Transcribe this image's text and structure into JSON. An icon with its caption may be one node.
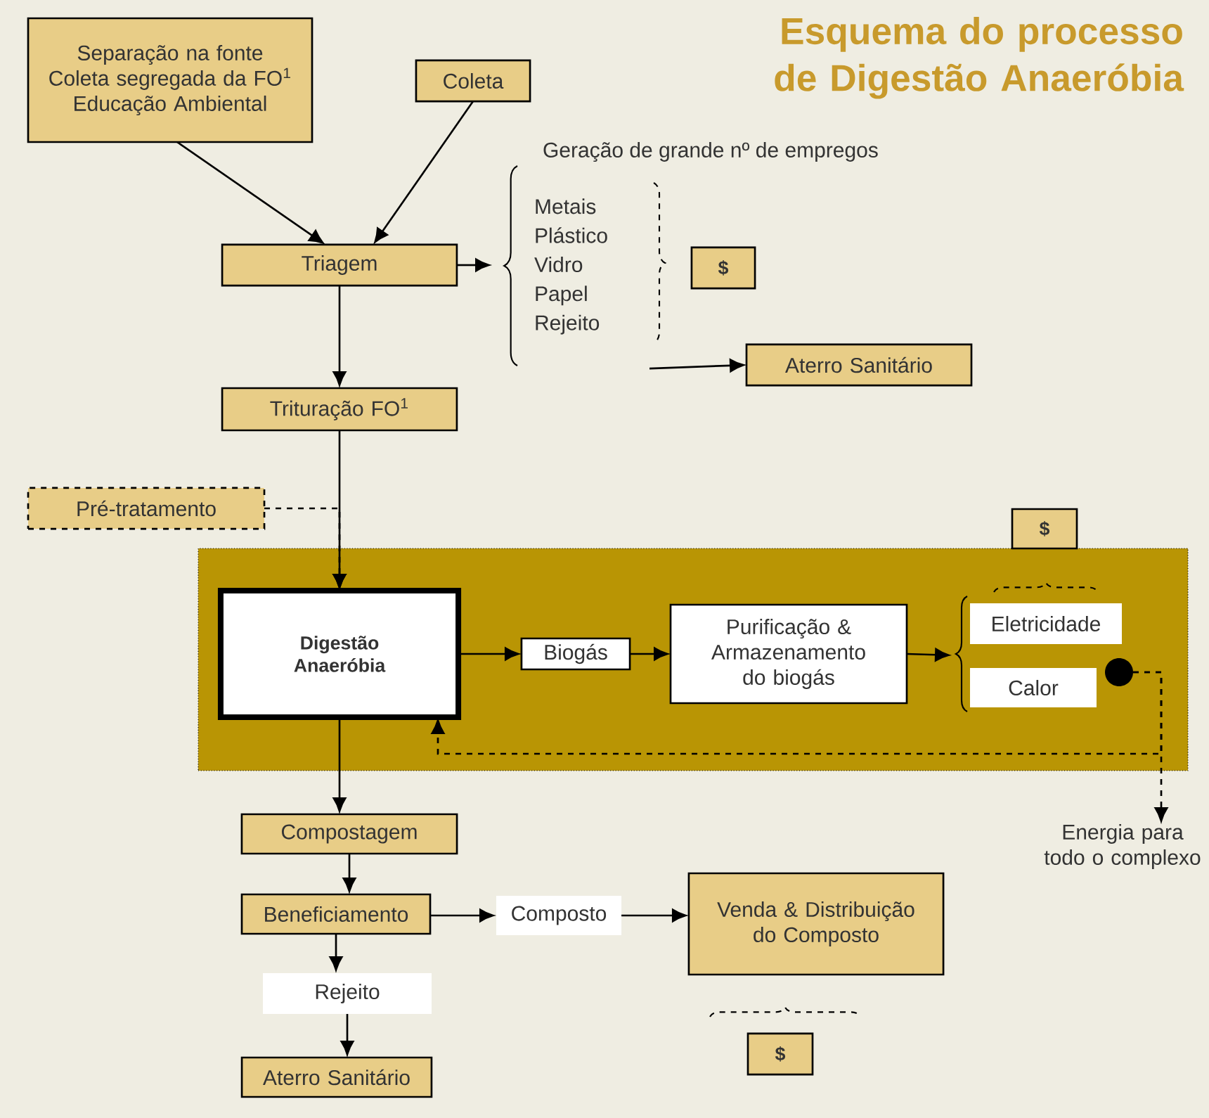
{
  "diagram": {
    "title": "Esquema do processo de Digestão Anaeróbia",
    "nodes": [
      {
        "text": [
          "Separação na fonte",
          "Coleta segregada da FO$^{1}$",
          "Educação Ambiental"
        ]
      },
      {
        "text": [
          "Coleta"
        ]
      },
      {
        "text": [
          "Triagem"
        ]
      },
      {
        "text": [
          "Metais",
          "Plástico",
          "Vidro",
          "Papel",
          "Rejeito"
        ]
      },
      {
        "text": [
          "$"
        ]
      },
      {
        "text": [
          "Aterro Sanitário"
        ]
      },
      {
        "text": [
          "Trituração FO$^{1}$"
        ]
      },
      {
        "text": [
          "Pré-tratamento"
        ]
      },
      {
        "text": [],
        "shape": "box"
      },
      {
        "text": [
          "$"
        ]
      },
      {
        "text": [
          "Digestão Anaeróbia"
        ],
        "in": 8
      },
      {
        "text": [
          "Biogás"
        ],
        "in": 8
      },
      {
        "text": [
          "Purificação & Armazenamento do biogás"
        ],
        "in": 8
      },
      {
        "text": [
          "Eletricidade"
        ],
        "in": 8
      },
      {
        "text": [
          "Calor"
        ],
        "in": 8
      },
      {
        "text": [],
        "shape": "circle",
        "in": 8
      },
      {
        "text": [
          "Energia para todo o complexo"
        ]
      },
      {
        "text": [
          "Compostagem"
        ]
      },
      {
        "text": [
          "Beneficiamento"
        ]
      },
      {
        "text": [
          "Composto"
        ]
      },
      {
        "text": [
          "Venda & Distribuição do Composto"
        ]
      },
      {
        "text": [
          "Rejeito"
        ]
      },
      {
        "text": [
          "Aterro Sanitário"
        ]
      },
      {
        "text": [
          "$"
        ]
      }
    ],
    "edges": [
      {
        "from": 0,
        "to": 2,
        "arrow": "to"
      },
      {
        "from": 1,
        "to": 2,
        "arrow": "to"
      },
      {
        "from": 2,
        "to": 3,
        "arrow": "to"
      },
      {
        "from": 3,
        "to": 5,
        "arrow": "to"
      },
      {
        "from": 2,
        "to": 6,
        "arrow": "to"
      },
      {
        "from": 6,
        "to": 10,
        "arrow": "to"
      },
      {
        "from": 7,
        "to": 10,
        "arrow": "to",
        "style": "dashed"
      },
      {
        "from": 10,
        "to": 11,
        "arrow": "to"
      },
      {
        "from": 11,
        "to": 12,
        "arrow": "to"
      },
      {
        "from": 12,
        "to": 13,
        "arrow": "to"
      },
      {
        "from": 12,
        "to": 14,
        "arrow": "to"
      },
      {
        "from": 15,
        "to": 10,
        "arrow": "to",
        "style": "dashed"
      },
      {
        "from": 15,
        "to": 16,
        "arrow": "to",
        "style": "dashed"
      },
      {
        "from": 10,
        "to": 17,
        "arrow": "to"
      },
      {
        "from": 17,
        "to": 18,
        "arrow": "to"
      },
      {
        "from": 18,
        "to": 19,
        "arrow": "to"
      },
      {
        "from": 19,
        "to": 20,
        "arrow": "to"
      },
      {
        "from": 18,
        "to": 21,
        "arrow": "to"
      },
      {
        "from": 21,
        "to": 22,
        "arrow": "to"
      }
    ],
    "labels": [
      "Geração de grande nº de empregos"
    ]
  }
}
